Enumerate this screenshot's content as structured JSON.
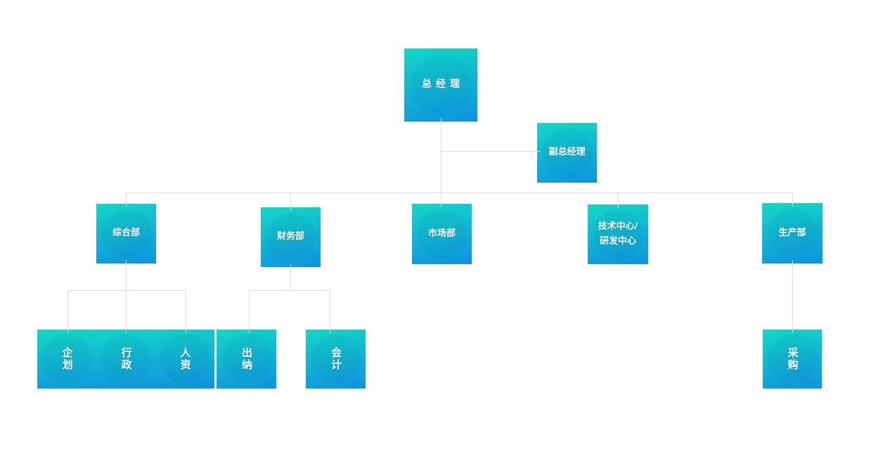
{
  "palette": {
    "box_top": "#12d8c6",
    "box_bottom": "#0f92e0",
    "connector": "#dcdcdc",
    "tick": "rgba(255,255,255,0.9)"
  },
  "diagram": {
    "type": "org-chart",
    "nodes": {
      "general_manager": {
        "label": "总经理"
      },
      "deputy_general_manager": {
        "label": "副总经理"
      },
      "general_affairs_dept": {
        "label": "综合部"
      },
      "finance_dept": {
        "label": "财务部"
      },
      "marketing_dept": {
        "label": "市场部"
      },
      "tech_rd_center": {
        "label": "技术中心/\n研发中心"
      },
      "production_dept": {
        "label": "生产部"
      },
      "planning": {
        "label": "企划"
      },
      "administration": {
        "label": "行政"
      },
      "human_resources": {
        "label": "人资"
      },
      "cashier": {
        "label": "出纳"
      },
      "accounting": {
        "label": "会计"
      },
      "purchasing": {
        "label": "采购"
      }
    },
    "edges": [
      {
        "from": "general_manager",
        "to": "deputy_general_manager"
      },
      {
        "from": "general_manager",
        "to": "general_affairs_dept"
      },
      {
        "from": "general_manager",
        "to": "finance_dept"
      },
      {
        "from": "general_manager",
        "to": "marketing_dept"
      },
      {
        "from": "general_manager",
        "to": "tech_rd_center"
      },
      {
        "from": "general_manager",
        "to": "production_dept"
      },
      {
        "from": "general_affairs_dept",
        "to": "planning"
      },
      {
        "from": "general_affairs_dept",
        "to": "administration"
      },
      {
        "from": "general_affairs_dept",
        "to": "human_resources"
      },
      {
        "from": "finance_dept",
        "to": "cashier"
      },
      {
        "from": "finance_dept",
        "to": "accounting"
      },
      {
        "from": "production_dept",
        "to": "purchasing"
      }
    ]
  }
}
